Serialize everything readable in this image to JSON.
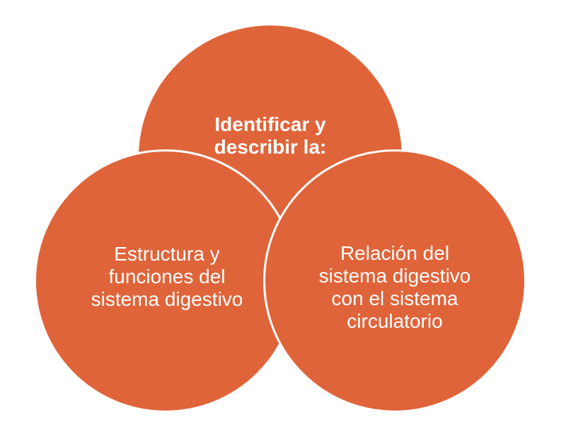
{
  "colors": {
    "circle_fill": "#E0643A",
    "circle_outline": "#FFFFFF",
    "text": "#FFFFFF",
    "background": "#FFFFFF"
  },
  "diagram": {
    "type": "venn-three-circles",
    "top_circle": {
      "text": "Identificar y\ndescribir la:"
    },
    "left_circle": {
      "text": "Estructura y\nfunciones del\nsistema digestivo"
    },
    "right_circle": {
      "text": "Relación del\nsistema digestivo\ncon el sistema\ncirculatorio"
    }
  }
}
